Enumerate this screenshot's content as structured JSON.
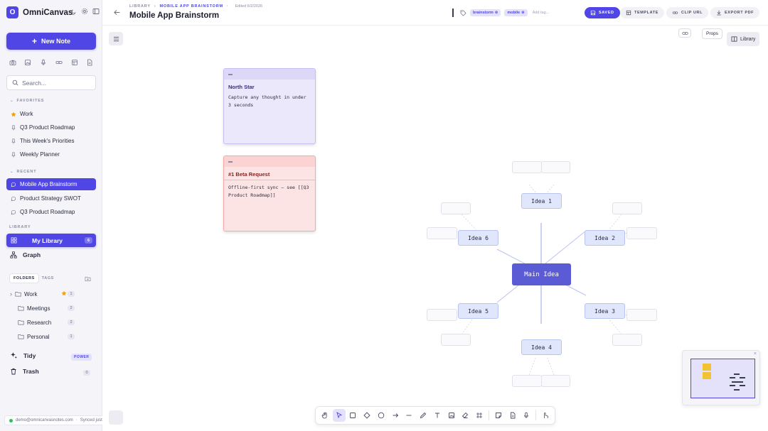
{
  "app": {
    "name": "OmniCanvas",
    "logo_letter": "O"
  },
  "sidebar": {
    "new_note_label": "New Note",
    "search_placeholder": "Search...",
    "favorites_label": "FAVORITES",
    "favorites": [
      {
        "label": "Work",
        "icon": "star-icon"
      },
      {
        "label": "Q3 Product Roadmap",
        "icon": "pin-icon"
      },
      {
        "label": "This Week's Priorities",
        "icon": "pin-icon"
      },
      {
        "label": "Weekly Planner",
        "icon": "pin-icon"
      }
    ],
    "recent_label": "RECENT",
    "recent": [
      {
        "label": "Mobile App Brainstorm",
        "active": true
      },
      {
        "label": "Product Strategy SWOT",
        "active": false
      },
      {
        "label": "Q3 Product Roadmap",
        "active": false
      }
    ],
    "library_label": "LIBRARY",
    "my_library": {
      "label": "My Library",
      "count": "6"
    },
    "graph_label": "Graph",
    "folders_tab": "FOLDERS",
    "tags_tab": "TAGS",
    "folders": [
      {
        "label": "Work",
        "count": "1",
        "starred": true,
        "expandable": true
      },
      {
        "label": "Meetings",
        "count": "2"
      },
      {
        "label": "Research",
        "count": "2"
      },
      {
        "label": "Personal",
        "count": "1"
      }
    ],
    "tidy_label": "Tidy",
    "power_badge": "POWER",
    "trash_label": "Trash",
    "trash_count": "0",
    "status": {
      "email": "demo@omnicanvasnotes.com",
      "separator": "·",
      "sync": "Synced just now"
    }
  },
  "header": {
    "breadcrumb": [
      "LIBRARY",
      "MOBILE APP BRAINSTORM"
    ],
    "crumb_sep": "›",
    "edited": "Edited 6/2/2026",
    "title": "Mobile App Brainstorm",
    "tags": [
      "brainstorm",
      "mobile"
    ],
    "add_tag_placeholder": "Add tag...",
    "buttons": {
      "saved": "SAVED",
      "template": "TEMPLATE",
      "clip_url": "CLIP URL",
      "export_pdf": "EXPORT PDF"
    }
  },
  "canvas": {
    "props_label": "Props",
    "library_label": "Library",
    "stickies": [
      {
        "title": "North Star",
        "body": "Capture any thought in under 3 seconds"
      },
      {
        "title": "#1 Beta Request",
        "body": "Offline-first sync — see [[Q3 Product Roadmap]]"
      }
    ],
    "mindmap": {
      "main": "Main Idea",
      "nodes": [
        "Idea 1",
        "Idea 2",
        "Idea 3",
        "Idea 4",
        "Idea 5",
        "Idea 6"
      ]
    }
  },
  "toolbar": {
    "tools": [
      "hand-icon",
      "select-icon",
      "rectangle-icon",
      "diamond-icon",
      "ellipse-icon",
      "arrow-icon",
      "line-icon",
      "pencil-icon",
      "text-icon",
      "image-icon",
      "eraser-icon",
      "frame-icon",
      "note-icon",
      "document-icon",
      "mic-icon",
      "pointer-icon"
    ],
    "active_tool": "select-icon"
  },
  "colors": {
    "accent": "#4f46e5",
    "main_node": "#5b5bd6",
    "sticky_purple": "#ebe8fb",
    "sticky_red": "#fde4e4"
  }
}
